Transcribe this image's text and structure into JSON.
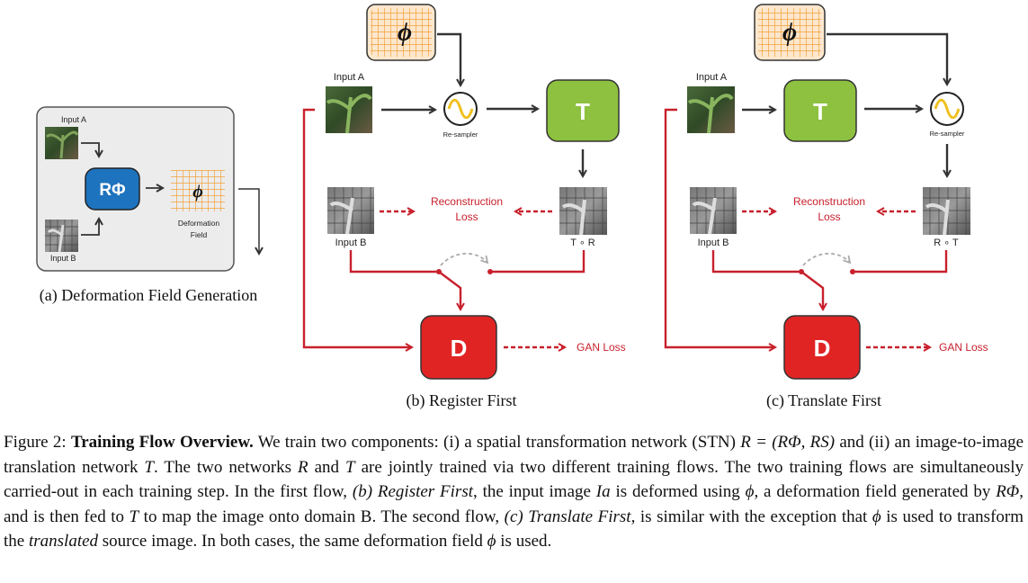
{
  "panel_a": {
    "input_a": "Input A",
    "input_b": "Input B",
    "network": "RΦ",
    "field_symbol": "ϕ",
    "field_label_line1": "Deformation",
    "field_label_line2": "Field",
    "caption": "(a) Deformation Field Generation"
  },
  "panel_b": {
    "input_a": "Input A",
    "input_b": "Input B",
    "field_symbol": "ϕ",
    "resampler": "Re-sampler",
    "translator": "T",
    "composite": "T ∘ R",
    "loss_line1": "Reconstruction",
    "loss_line2": "Loss",
    "discriminator": "D",
    "gan_loss": "GAN Loss",
    "caption": "(b) Register First"
  },
  "panel_c": {
    "input_a": "Input A",
    "input_b": "Input B",
    "field_symbol": "ϕ",
    "resampler": "Re-sampler",
    "translator": "T",
    "composite": "R ∘ T",
    "loss_line1": "Reconstruction",
    "loss_line2": "Loss",
    "discriminator": "D",
    "gan_loss": "GAN Loss",
    "caption": "(c) Translate First"
  },
  "colors": {
    "red": "#d1212e",
    "green": "#8dc13f",
    "blue": "#1e73be",
    "orange_grid": "#f2a13a",
    "gray_box": "#ececec"
  },
  "caption": {
    "label": "Figure 2:",
    "title": "Training Flow Overview.",
    "s1": "We train two components: (i) a spatial transformation network (STN) ",
    "s1_math": "R = (RΦ, RS)",
    "s2": "and (ii) an image-to-image translation network ",
    "s2_T": "T",
    "s3": ". The two networks ",
    "s3_R": "R",
    "s3_and": " and ",
    "s3_T": "T",
    "s4": " are jointly trained via two different training flows. The two training flows are simultaneously carried-out in each training step. In the first flow, ",
    "flow1": "(b) Register First",
    "s5": ", the input image ",
    "s5_Ia": "Ia",
    "s6": " is deformed using ",
    "s6_phi": "ϕ",
    "s7": ", a deformation field generated by ",
    "s7_RPhi": "RΦ",
    "s8": ", and is then fed to ",
    "s8_T": "T",
    "s9": " to map the image onto domain B. The second flow, ",
    "flow2": "(c) Translate First",
    "s10": ", is similar with the exception that ",
    "s10_phi": "ϕ",
    "s11": " is used to transform the ",
    "s11_translated": "translated",
    "s12": " source image. In both cases, the same deformation field ",
    "s12_phi": "ϕ",
    "s13": " is used."
  }
}
